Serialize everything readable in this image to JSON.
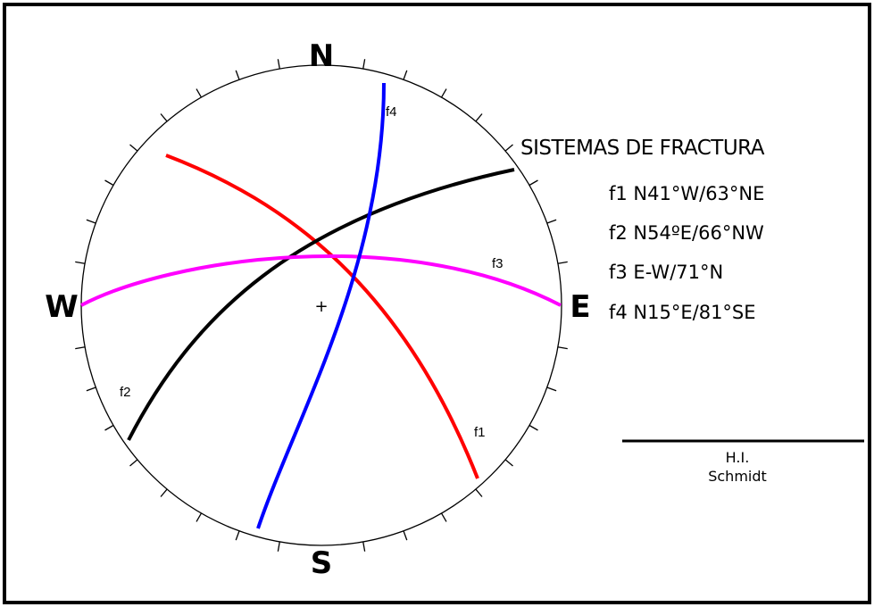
{
  "stereonet": {
    "cardinals": {
      "north": "N",
      "south": "S",
      "east": "E",
      "west": "W"
    },
    "center_mark": "+",
    "planes": [
      {
        "id": "f1",
        "label": "f1",
        "strike": "N41°W",
        "dip": "63°NE",
        "color": "#ff0000"
      },
      {
        "id": "f2",
        "label": "f2",
        "strike": "N54ºE",
        "dip": "66°NW",
        "color": "#000000"
      },
      {
        "id": "f3",
        "label": "f3",
        "strike": "E-W",
        "dip": "71°N",
        "color": "#ff00ff"
      },
      {
        "id": "f4",
        "label": "f4",
        "strike": "N15°E",
        "dip": "81°SE",
        "color": "#0000ff"
      }
    ]
  },
  "legend": {
    "title": "SISTEMAS DE FRACTURA",
    "entries": [
      "f1 N41°W/63°NE",
      "f2 N54ºE/66°NW",
      "f3 E-W/71°N",
      "f4 N15°E/81°SE"
    ]
  },
  "caption": {
    "line1": "H.I.",
    "line2": "Schmidt"
  }
}
